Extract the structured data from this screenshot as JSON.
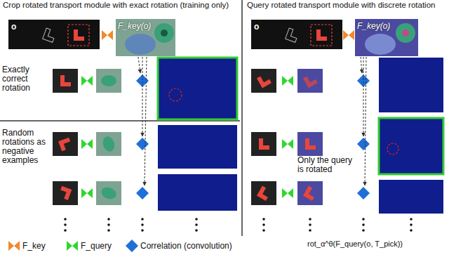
{
  "diagram": {
    "nodes": [
      {
        "text": [
          "Crop rotated transport module with exact rotation (training only)"
        ]
      },
      {
        "text": [
          "Query rotated transport module with discrete rotation"
        ]
      },
      {
        "text": [
          "o"
        ],
        "in": 0
      },
      {
        "text": [
          "F_key(o)"
        ],
        "in": 0
      },
      {
        "text": [
          "o"
        ],
        "in": 1
      },
      {
        "text": [
          "F_key(o)"
        ],
        "in": 1
      }
    ],
    "labels": [
      "Exactly correct rotation",
      "Random rotations as negative examples",
      "Only the query is rotated",
      "rot_α^θ(F_query(o, T_pick))"
    ],
    "legend": [
      {
        "text": "F_key"
      },
      {
        "text": "F_query"
      },
      {
        "text": "Correlation (convolution)"
      }
    ]
  }
}
